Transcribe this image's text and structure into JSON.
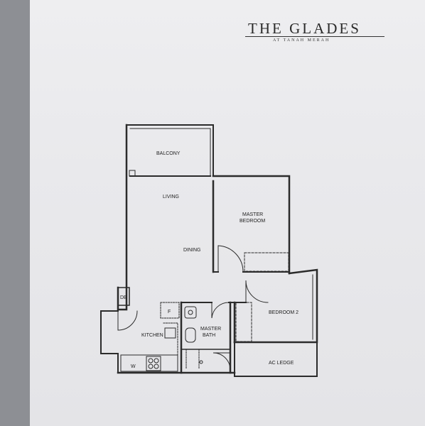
{
  "brand": {
    "title": "THE GLADES",
    "subtitle": "AT TANAH MERAH"
  },
  "rooms": {
    "balcony": "BALCONY",
    "living": "LIVING",
    "master_bedroom_line1": "MASTER",
    "master_bedroom_line2": "BEDROOM",
    "dining": "DINING",
    "db": "DB",
    "fridge": "F",
    "kitchen": "KITCHEN",
    "master_bath_line1": "MASTER",
    "master_bath_line2": "BATH",
    "bedroom2": "BEDROOM 2",
    "washer": "W",
    "ac_ledge": "AC LEDGE"
  },
  "colors": {
    "wall": "#2b2b2b",
    "paper": "#ececef",
    "background": "#8d8f94"
  }
}
